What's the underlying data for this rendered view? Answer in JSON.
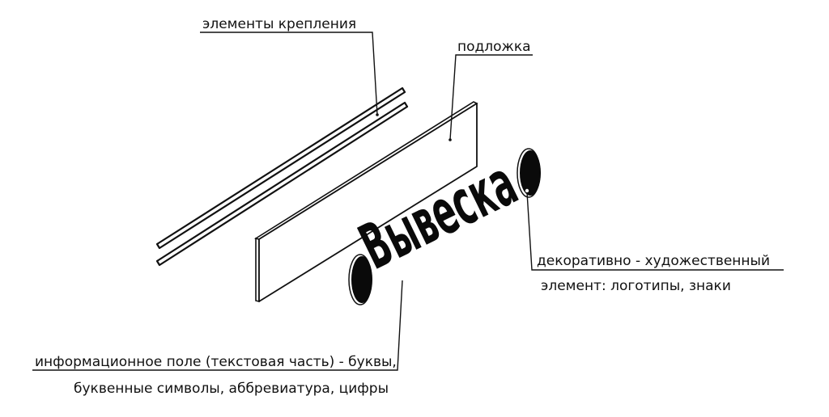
{
  "labels": {
    "fasteners": "элементы крепления",
    "backing": "подложка",
    "decorative_line1": "декоративно - художественный",
    "decorative_line2": "элемент: логотипы, знаки",
    "info_line1": "информационное поле (текстовая часть) - буквы,",
    "info_line2": "буквенные символы, аббревиатура, цифры"
  },
  "sign": {
    "word": "Вывеска"
  },
  "colors": {
    "ink": "#111111",
    "background": "#ffffff"
  }
}
